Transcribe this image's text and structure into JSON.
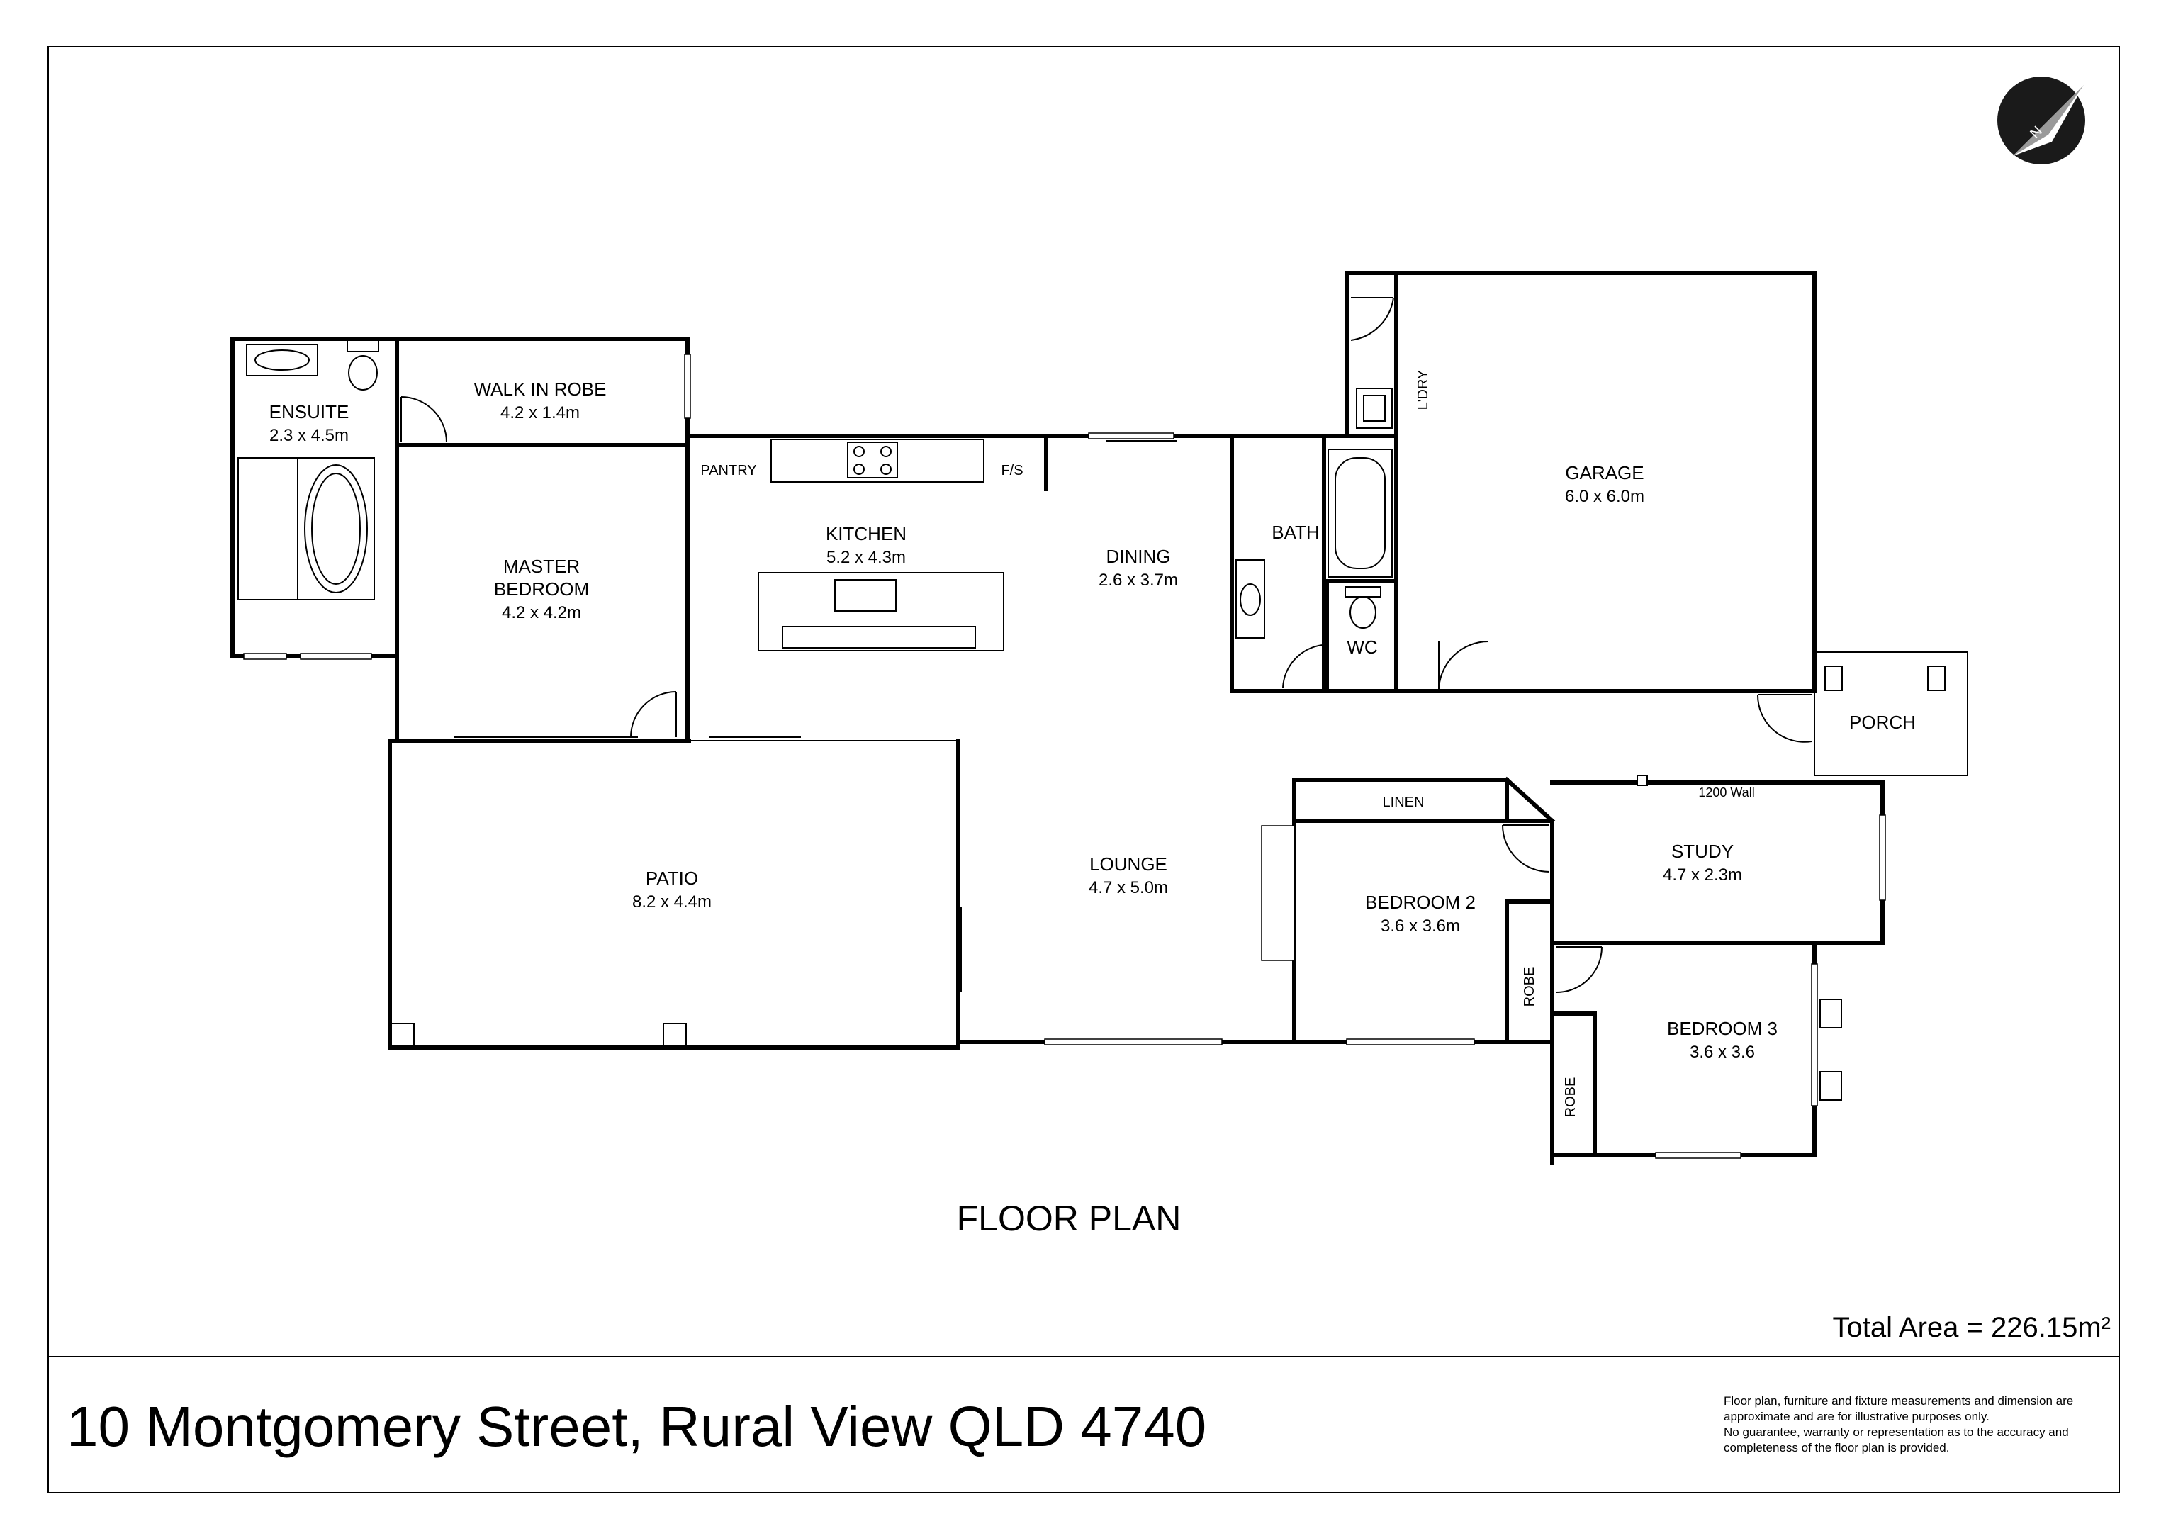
{
  "rooms": {
    "ensuite": {
      "name": "ENSUITE",
      "dims": "2.3 x 4.5m"
    },
    "walk_in_robe": {
      "name": "WALK IN ROBE",
      "dims": "4.2 x 1.4m"
    },
    "master_bedroom": {
      "name_line1": "MASTER",
      "name_line2": "BEDROOM",
      "dims": "4.2 x 4.2m"
    },
    "pantry": {
      "name": "PANTRY"
    },
    "fs": {
      "name": "F/S"
    },
    "kitchen": {
      "name": "KITCHEN",
      "dims": "5.2 x 4.3m"
    },
    "dining": {
      "name": "DINING",
      "dims": "2.6 x 3.7m"
    },
    "bath": {
      "name": "BATH"
    },
    "wc": {
      "name": "WC"
    },
    "laundry": {
      "name": "L'DRY"
    },
    "garage": {
      "name": "GARAGE",
      "dims": "6.0 x 6.0m"
    },
    "porch": {
      "name": "PORCH"
    },
    "patio": {
      "name": "PATIO",
      "dims": "8.2 x 4.4m"
    },
    "lounge": {
      "name": "LOUNGE",
      "dims": "4.7 x 5.0m"
    },
    "linen": {
      "name": "LINEN"
    },
    "bedroom2": {
      "name": "BEDROOM 2",
      "dims": "3.6 x 3.6m"
    },
    "robe_b2": {
      "name": "ROBE"
    },
    "study": {
      "name": "STUDY",
      "dims": "4.7 x 2.3m"
    },
    "wall_note": {
      "name": "1200 Wall"
    },
    "bedroom3": {
      "name": "BEDROOM 3",
      "dims": "3.6 x 3.6"
    },
    "robe_b3": {
      "name": "ROBE"
    }
  },
  "plan_title": "FLOOR PLAN",
  "total_area": "Total Area = 226.15m²",
  "address": "10 Montgomery Street, Rural View QLD 4740",
  "disclaimer": [
    "Floor plan, furniture and fixture measurements and dimension are",
    "approximate and are for illustrative purposes only.",
    "No guarantee, warranty or representation as to the accuracy and",
    "completeness of the floor plan is provided."
  ],
  "compass": {
    "label": "N",
    "icon": "north-arrow-icon"
  }
}
